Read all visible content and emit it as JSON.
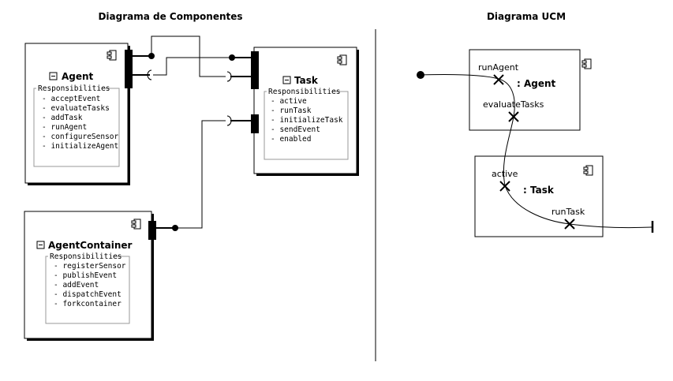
{
  "titles": {
    "components": "Diagrama de Componentes",
    "ucm": "Diagrama UCM"
  },
  "components": [
    {
      "name": "Agent",
      "responsibilities_header": "Responsibilities",
      "responsibilities": [
        "- acceptEvent",
        "- evaluateTasks",
        "- addTask",
        "- runAgent",
        "- configureSensor",
        "- initializeAgent"
      ]
    },
    {
      "name": "Task",
      "responsibilities_header": "Responsibilities",
      "responsibilities": [
        "- active",
        "- runTask",
        "- initializeTask",
        "- sendEvent",
        "- enabled"
      ]
    },
    {
      "name": "AgentContainer",
      "responsibilities_header": "Responsibilities",
      "responsibilities": [
        "- registerSensor",
        "- publishEvent",
        "- addEvent",
        "- dispatchEvent",
        "- forkcontainer"
      ]
    }
  ],
  "ucm": {
    "components": [
      {
        "name": ": Agent",
        "responsibilities": [
          "runAgent",
          "evaluateTasks"
        ]
      },
      {
        "name": ": Task",
        "responsibilities": [
          "active",
          "runTask"
        ]
      }
    ]
  },
  "collapse_symbol": "-"
}
